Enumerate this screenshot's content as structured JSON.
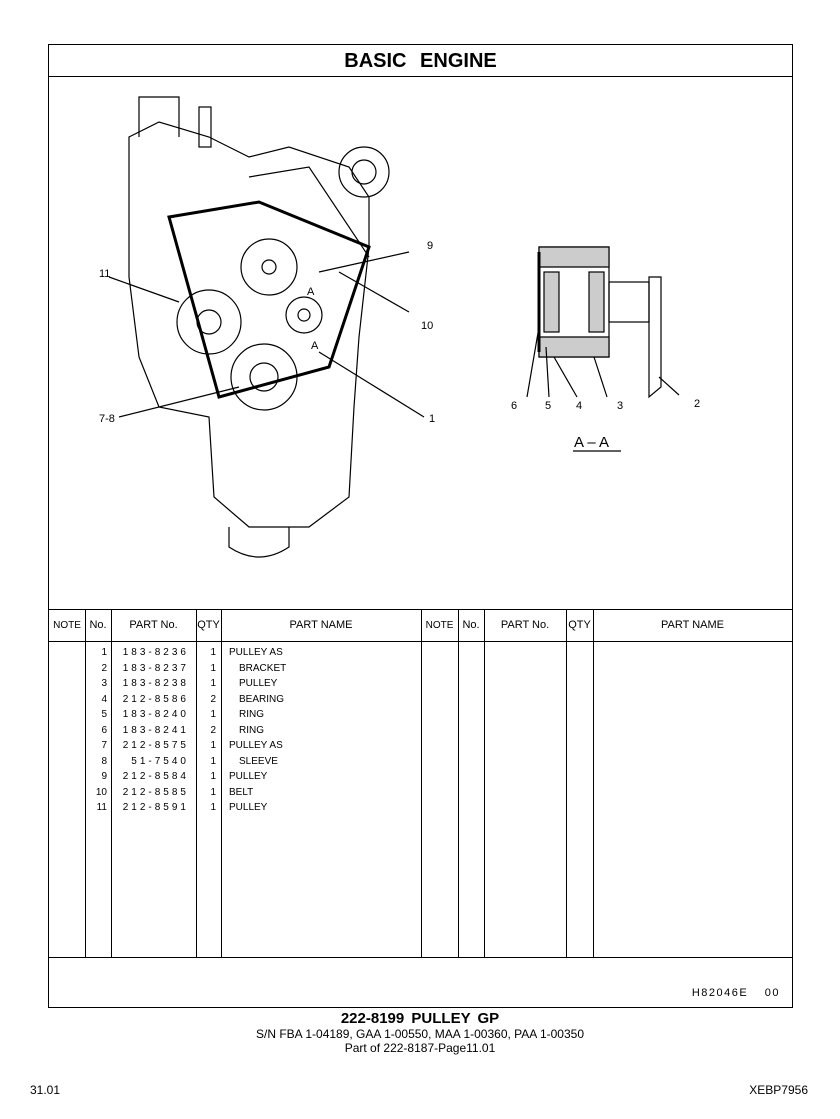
{
  "title": "BASIC ENGINE",
  "drawing": {
    "callouts": [
      "1",
      "7-8",
      "9",
      "10",
      "11",
      "A",
      "A"
    ],
    "section_callouts": [
      "2",
      "3",
      "4",
      "5",
      "6"
    ],
    "section_label": "A – A"
  },
  "table": {
    "headers": {
      "note": "NOTE",
      "no": "No.",
      "part_no": "PART No.",
      "qty": "QTY",
      "part_name": "PART NAME"
    },
    "rows": [
      {
        "no": "1",
        "part_no": "183-8236",
        "qty": "1",
        "name": "PULLEY AS",
        "indent": false
      },
      {
        "no": "2",
        "part_no": "183-8237",
        "qty": "1",
        "name": "BRACKET",
        "indent": true
      },
      {
        "no": "3",
        "part_no": "183-8238",
        "qty": "1",
        "name": "PULLEY",
        "indent": true
      },
      {
        "no": "4",
        "part_no": "212-8586",
        "qty": "2",
        "name": "BEARING",
        "indent": true
      },
      {
        "no": "5",
        "part_no": "183-8240",
        "qty": "1",
        "name": "RING",
        "indent": true
      },
      {
        "no": "6",
        "part_no": "183-8241",
        "qty": "2",
        "name": "RING",
        "indent": true
      },
      {
        "no": "7",
        "part_no": "212-8575",
        "qty": "1",
        "name": "PULLEY AS",
        "indent": false
      },
      {
        "no": "8",
        "part_no": "51-7540",
        "qty": "1",
        "name": "SLEEVE",
        "indent": true
      },
      {
        "no": "9",
        "part_no": "212-8584",
        "qty": "1",
        "name": "PULLEY",
        "indent": false
      },
      {
        "no": "10",
        "part_no": "212-8585",
        "qty": "1",
        "name": "BELT",
        "indent": false
      },
      {
        "no": "11",
        "part_no": "212-8591",
        "qty": "1",
        "name": "PULLEY",
        "indent": false
      }
    ]
  },
  "illustration_code": "H82046E 00",
  "caption": {
    "title": "222-8199  PULLEY  GP",
    "serials": "S/N FBA 1-04189, GAA 1-00550, MAA 1-00360, PAA 1-00350",
    "part_of": "Part of 222-8187-Page11.01"
  },
  "page_number": "31.01",
  "doc_id": "XEBP7956"
}
